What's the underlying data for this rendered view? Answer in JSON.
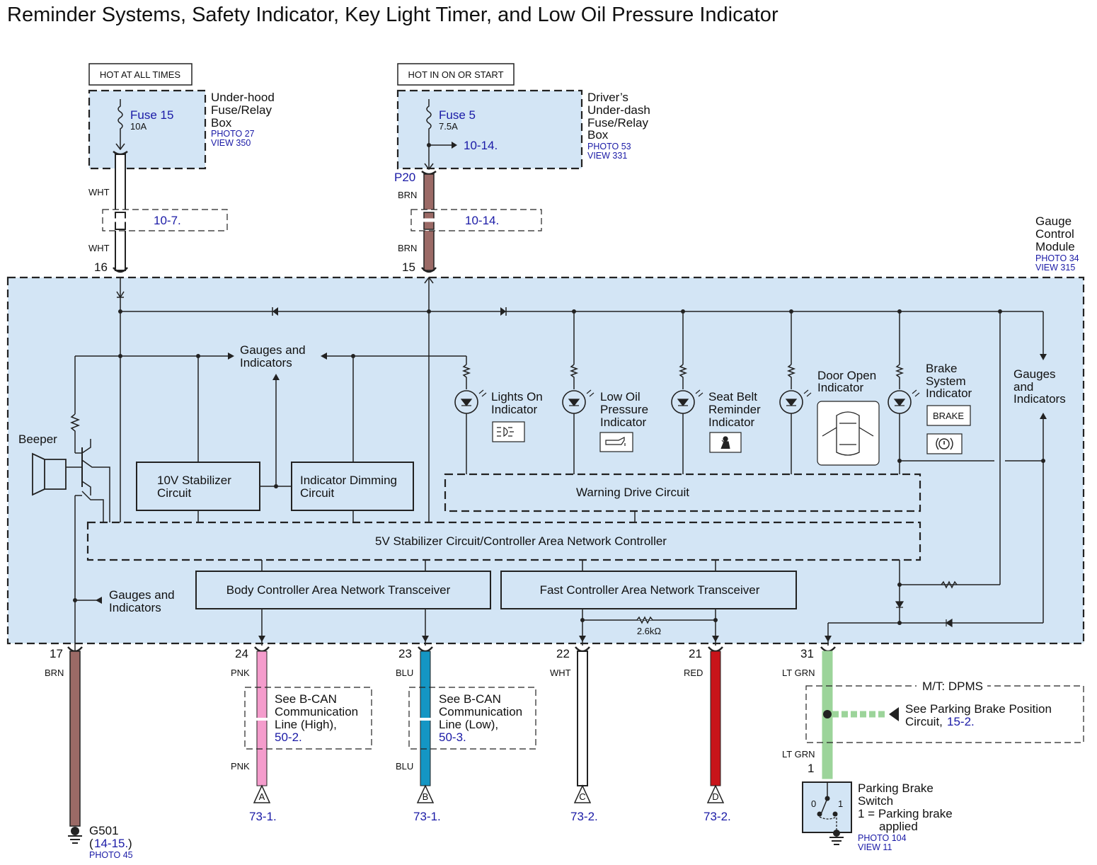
{
  "title": "Reminder Systems, Safety Indicator, Key Light Timer, and Low Oil Pressure Indicator",
  "colors": {
    "module_fill": "#d3e5f5",
    "ref_text": "#1a1aa6",
    "wire_brn": "#9b6a66",
    "wire_pnk": "#f49ccc",
    "wire_blu": "#1496c4",
    "wire_red": "#c8141a",
    "wire_ltgrn": "#9cd49a"
  },
  "supply": {
    "left": {
      "tag": "HOT AT ALL TIMES",
      "fuse": "Fuse 15",
      "amps": "10A",
      "box_name": [
        "Under-hood",
        "Fuse/Relay",
        "Box"
      ],
      "photo": "PHOTO 27",
      "view": "VIEW 350",
      "wire_top": "WHT",
      "wire_bottom": "WHT",
      "ref": "10-7.",
      "pin": "16"
    },
    "right": {
      "tag": "HOT IN ON OR START",
      "fuse": "Fuse 5",
      "amps": "7.5A",
      "branch_ref": "10-14.",
      "box_name": [
        "Driver’s",
        "Under-dash",
        "Fuse/Relay",
        "Box"
      ],
      "photo": "PHOTO 53",
      "view": "VIEW 331",
      "connector": "P20",
      "wire_top": "BRN",
      "wire_bottom": "BRN",
      "ref": "10-14.",
      "pin": "15"
    }
  },
  "module": {
    "name": [
      "Gauge",
      "Control",
      "Module"
    ],
    "photo": "PHOTO 34",
    "view": "VIEW 315",
    "beeper": "Beeper",
    "gauges_top": [
      "Gauges and",
      "Indicators"
    ],
    "gauges_left": [
      "Gauges and",
      "Indicators"
    ],
    "gauges_right": [
      "Gauges",
      "and",
      "Indicators"
    ],
    "stabilizer_10v": [
      "10V Stabilizer",
      "Circuit"
    ],
    "dimming": [
      "Indicator Dimming",
      "Circuit"
    ],
    "warning_drive": "Warning Drive Circuit",
    "stabilizer_5v": "5V Stabilizer Circuit/Controller Area Network Controller",
    "body_can": "Body Controller Area Network Transceiver",
    "fast_can": "Fast Controller Area Network Transceiver",
    "resistor": "2.6kΩ",
    "indicators": [
      {
        "label": [
          "Lights On",
          "Indicator"
        ]
      },
      {
        "label": [
          "Low Oil",
          "Pressure",
          "Indicator"
        ]
      },
      {
        "label": [
          "Seat Belt",
          "Reminder",
          "Indicator"
        ]
      },
      {
        "label": [
          "Door Open",
          "Indicator"
        ]
      },
      {
        "label": [
          "Brake",
          "System",
          "Indicator"
        ],
        "badge": "BRAKE"
      }
    ]
  },
  "outputs": {
    "p17": {
      "pin": "17",
      "wire": "BRN",
      "ground": "G501",
      "ref": "14-15.",
      "photo": "PHOTO 45"
    },
    "p24": {
      "pin": "24",
      "wire_top": "PNK",
      "wire_bottom": "PNK",
      "note": [
        "See B-CAN",
        "Communication",
        "Line (High),"
      ],
      "note_ref": "50-2.",
      "connector": "A",
      "ref": "73-1."
    },
    "p23": {
      "pin": "23",
      "wire_top": "BLU",
      "wire_bottom": "BLU",
      "note": [
        "See B-CAN",
        "Communication",
        "Line (Low),"
      ],
      "note_ref": "50-3.",
      "connector": "B",
      "ref": "73-1."
    },
    "p22": {
      "pin": "22",
      "wire": "WHT",
      "connector": "C",
      "ref": "73-2."
    },
    "p21": {
      "pin": "21",
      "wire": "RED",
      "connector": "D",
      "ref": "73-2."
    },
    "p31": {
      "pin": "31",
      "wire_top": "LT GRN",
      "wire_bottom": "LT GRN",
      "option": "M/T: DPMS",
      "note": [
        "See Parking Brake Position",
        "Circuit,"
      ],
      "note_ref": "15-2.",
      "switch_pin": "1",
      "switch_name": [
        "Parking Brake",
        "Switch"
      ],
      "switch_pos0": "0",
      "switch_pos1": "1",
      "switch_note": [
        "1 = Parking brake",
        "applied"
      ],
      "photo": "PHOTO 104",
      "view": "VIEW 11"
    }
  }
}
